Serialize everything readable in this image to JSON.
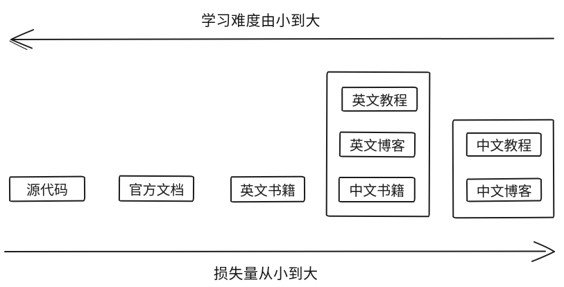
{
  "diagram": {
    "top_axis": {
      "label": "学习难度由小到大",
      "direction": "left"
    },
    "bottom_axis": {
      "label": "损失量从小到大",
      "direction": "right"
    },
    "items": [
      {
        "label": "源代码"
      },
      {
        "label": "官方文档"
      },
      {
        "label": "英文书籍"
      }
    ],
    "groups": [
      {
        "items": [
          {
            "label": "英文教程"
          },
          {
            "label": "英文博客"
          },
          {
            "label": "中文书籍"
          }
        ]
      },
      {
        "items": [
          {
            "label": "中文教程"
          },
          {
            "label": "中文博客"
          }
        ]
      }
    ],
    "colors": {
      "stroke": "#1c1c1c",
      "background": "#ffffff"
    }
  }
}
